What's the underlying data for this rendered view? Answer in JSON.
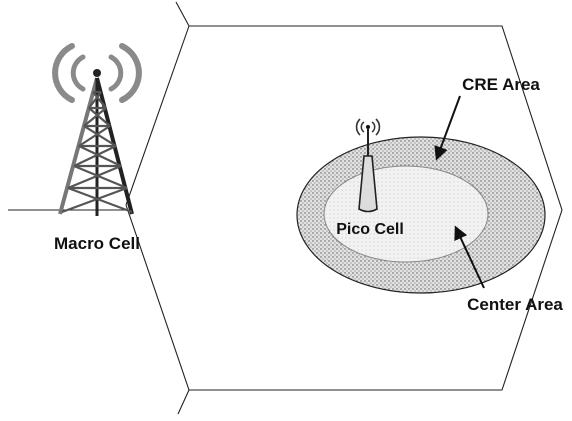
{
  "labels": {
    "macro_cell": "Macro Cell",
    "pico_cell": "Pico Cell",
    "cre_area": "CRE Area",
    "center_area": "Center Area"
  },
  "colors": {
    "line": "#111111",
    "cre_fill": "#d6d6d6",
    "center_fill": "#eeeeee",
    "tower_dark": "#222222",
    "tower_light": "#777777",
    "signal_arc": "#888888"
  }
}
